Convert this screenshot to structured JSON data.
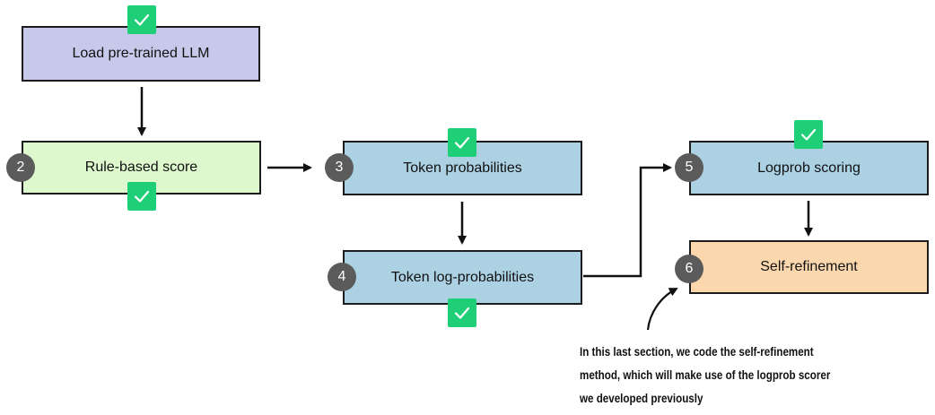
{
  "nodes": {
    "load": {
      "label": "Load pre-trained LLM",
      "color": "#c7c9ea"
    },
    "rule": {
      "label": "Rule-based score",
      "number": "2",
      "color": "#dcf8cc"
    },
    "token_prob": {
      "label": "Token probabilities",
      "number": "3",
      "color": "#abd1e3"
    },
    "token_logprob": {
      "label": "Token log-probabilities",
      "number": "4",
      "color": "#abd1e3"
    },
    "logprob_scoring": {
      "label": "Logprob scoring",
      "number": "5",
      "color": "#abd1e3"
    },
    "self_refinement": {
      "label": "Self-refinement",
      "number": "6",
      "color": "#fbd7ae"
    }
  },
  "annotation": {
    "line1": "In this last section, we code the self-refinement",
    "line2": "method, which will make use of the logprob scorer",
    "line3": "we developed previously"
  },
  "colors": {
    "check": "#1fcf77",
    "badge": "#5b5b5b",
    "arrow": "#111111"
  }
}
